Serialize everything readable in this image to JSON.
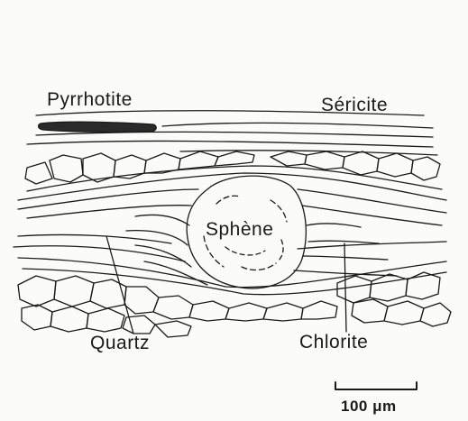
{
  "labels": {
    "pyrrhotite": "Pyrrhotite",
    "sericite": "Séricite",
    "sphene": "Sphène",
    "quartz": "Quartz",
    "chlorite": "Chlorite"
  },
  "scale_bar": {
    "label": "100 μm"
  },
  "colors": {
    "ink": "#1a1a1a",
    "paper": "#fbfbf9"
  }
}
